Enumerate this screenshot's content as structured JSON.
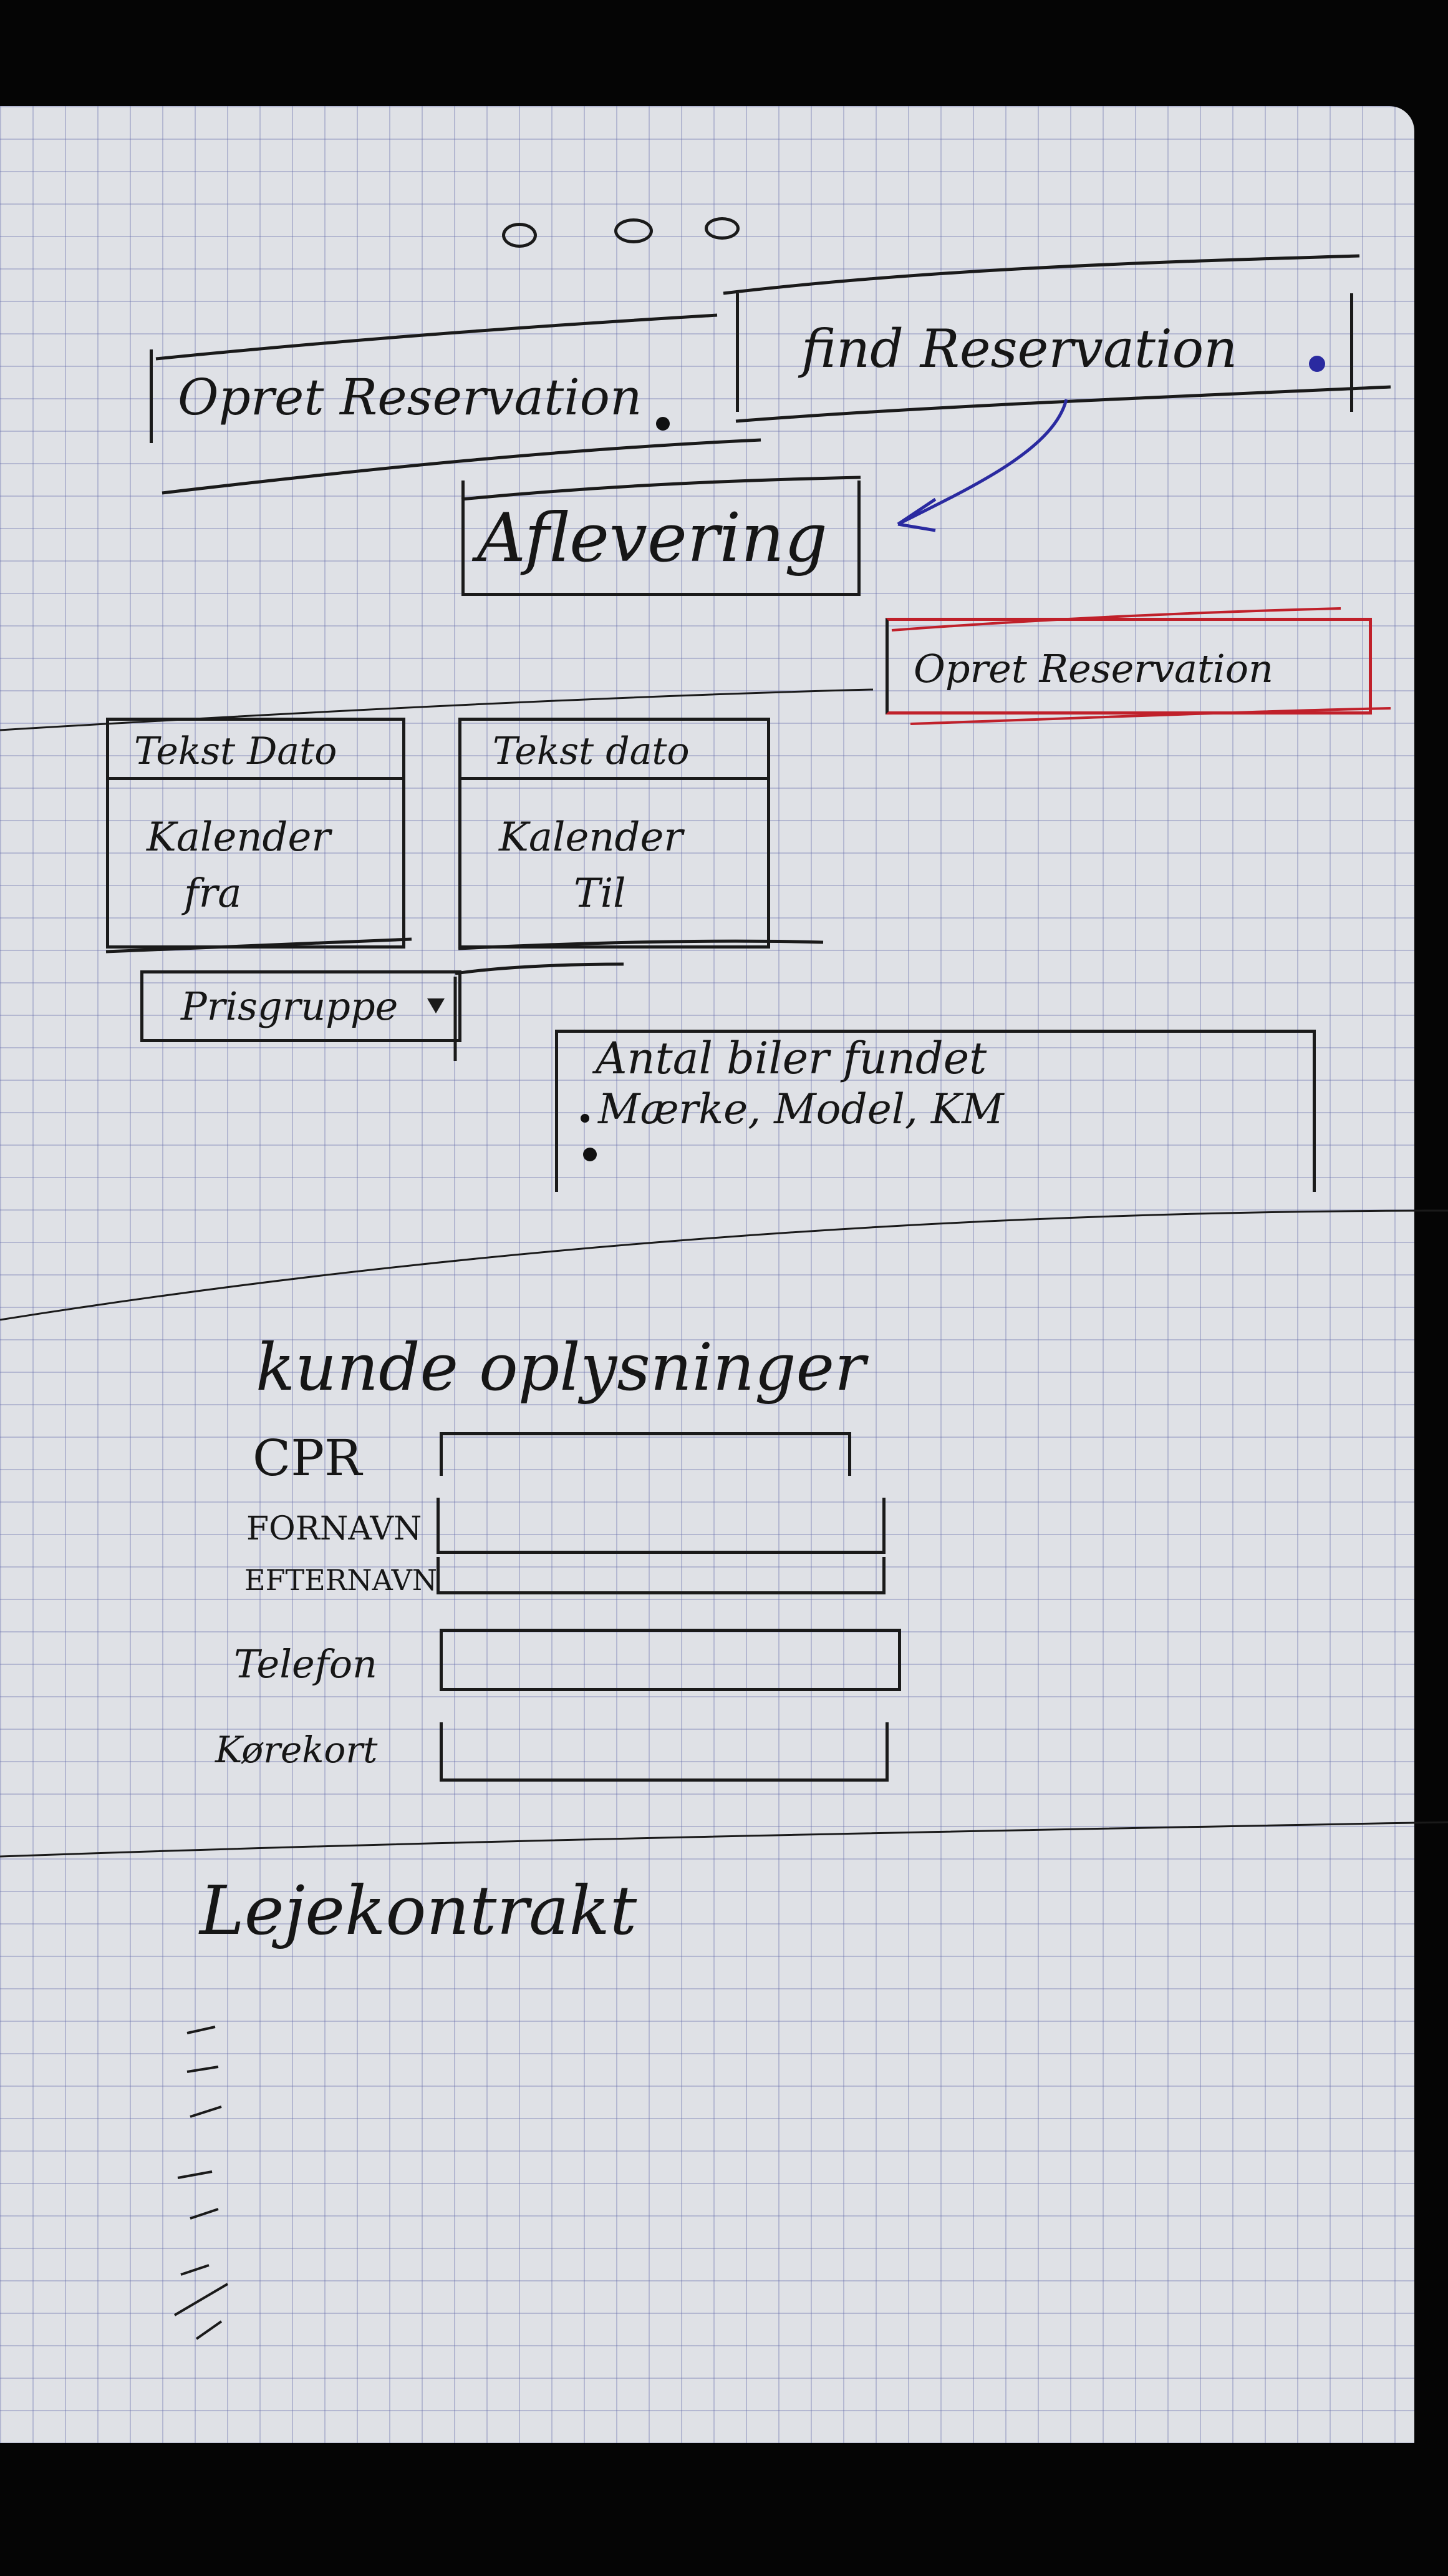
{
  "header": {
    "window_dots": [
      "close-dot",
      "minimize-dot",
      "maximize-dot"
    ],
    "tabs": [
      {
        "label": "Opret Reservation"
      },
      {
        "label": "find Reservation"
      }
    ]
  },
  "afleverings_button": {
    "label": "Aflevering"
  },
  "create_button": {
    "label": "Opret Reservation",
    "border_color": "#c0202a"
  },
  "dates": {
    "from": {
      "header": "Tekst Dato",
      "body_line1": "Kalender",
      "body_line2": "fra"
    },
    "to": {
      "header": "Tekst dato",
      "body_line1": "Kalender",
      "body_line2": "Til"
    }
  },
  "price_group": {
    "label": "Prisgruppe"
  },
  "results": {
    "line1": "Antal biler fundet",
    "line2": "Mærke, Model, KM"
  },
  "customer": {
    "title": "kunde oplysninger",
    "fields": [
      {
        "label": "CPR"
      },
      {
        "label": "FORNAVN"
      },
      {
        "label": "EFTERNAVN"
      },
      {
        "label": "Telefon"
      },
      {
        "label": "Kørekort"
      }
    ]
  },
  "contract": {
    "title": "Lejekontrakt"
  },
  "colors": {
    "ink": "#161616",
    "blue_ink": "#2a2aa0",
    "red_ink": "#c0202a"
  }
}
